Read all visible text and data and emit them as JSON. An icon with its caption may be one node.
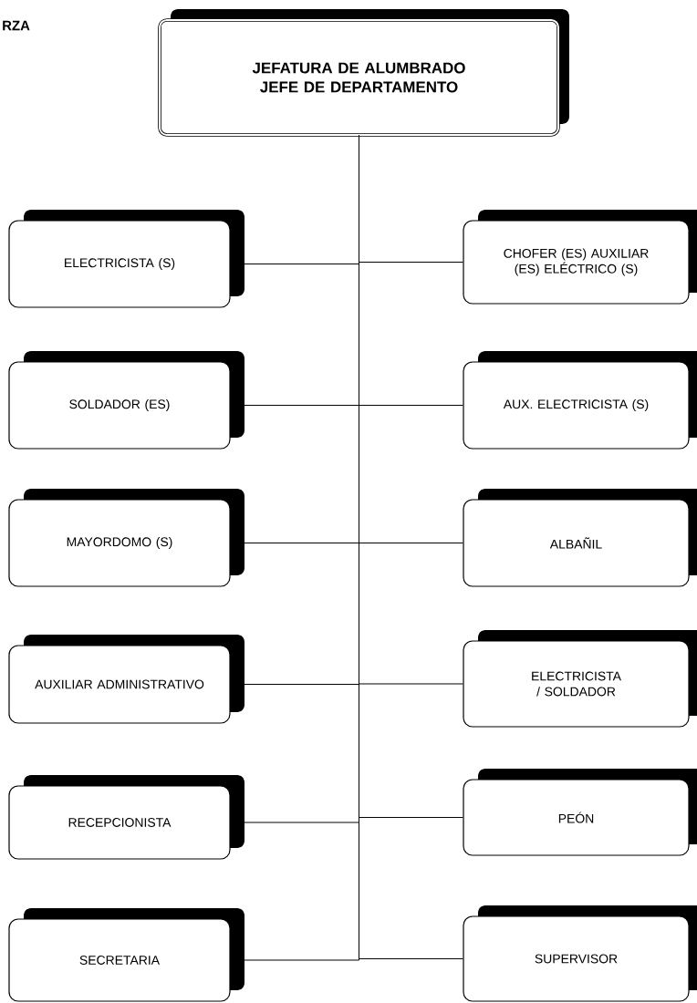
{
  "diagram": {
    "nodes": [
      {
        "text": [
          "JEFATURA DE ALUMBRADO JEFE DE DEPARTAMENTO"
        ]
      },
      {
        "text": [
          "ELECTRICISTA (S)"
        ]
      },
      {
        "text": [
          "CHOFER (ES) AUXILIAR (ES) ELÉCTRICO (S)"
        ]
      },
      {
        "text": [
          "SOLDADOR (ES)"
        ]
      },
      {
        "text": [
          "AUX. ELECTRICISTA (S)"
        ]
      },
      {
        "text": [
          "MAYORDOMO (S)"
        ]
      },
      {
        "text": [
          "ALBAÑIL"
        ]
      },
      {
        "text": [
          "AUXILIAR ADMINISTRATIVO"
        ]
      },
      {
        "text": [
          "ELECTRICISTA / SOLDADOR"
        ]
      },
      {
        "text": [
          "RECEPCIONISTA"
        ]
      },
      {
        "text": [
          "PEÓN"
        ]
      },
      {
        "text": [
          "SECRETARIA"
        ]
      },
      {
        "text": [
          "SUPERVISOR"
        ]
      }
    ],
    "edges": [
      {
        "from": 0,
        "to": 1,
        "arrow": "none"
      },
      {
        "from": 0,
        "to": 2,
        "arrow": "none"
      },
      {
        "from": 0,
        "to": 3,
        "arrow": "none"
      },
      {
        "from": 0,
        "to": 4,
        "arrow": "none"
      },
      {
        "from": 0,
        "to": 5,
        "arrow": "none"
      },
      {
        "from": 0,
        "to": 6,
        "arrow": "none"
      },
      {
        "from": 0,
        "to": 7,
        "arrow": "none"
      },
      {
        "from": 0,
        "to": 8,
        "arrow": "none"
      },
      {
        "from": 0,
        "to": 9,
        "arrow": "none"
      },
      {
        "from": 0,
        "to": 10,
        "arrow": "none"
      },
      {
        "from": 0,
        "to": 11,
        "arrow": "none"
      },
      {
        "from": 0,
        "to": 12,
        "arrow": "none"
      }
    ],
    "labels": [
      "RZA"
    ]
  }
}
